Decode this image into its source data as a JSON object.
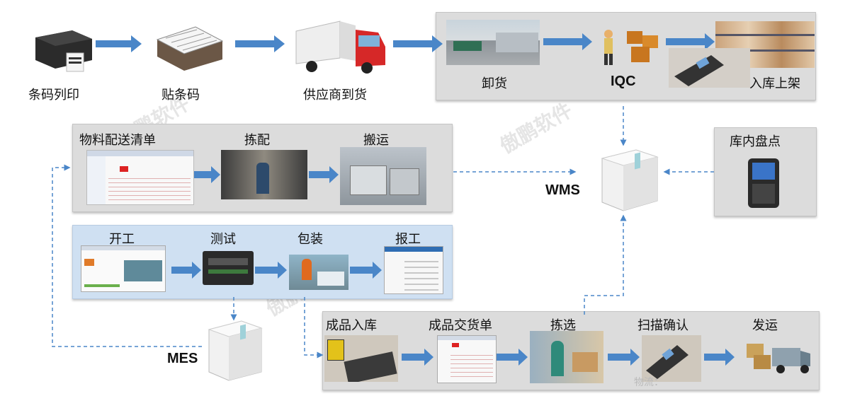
{
  "top_flow": {
    "barcode_print": "条码列印",
    "apply_barcode": "贴条码",
    "supplier_arrival": "供应商到货"
  },
  "receiving_panel": {
    "unload": "卸货",
    "iqc": "IQC",
    "putaway": "入库上架"
  },
  "distribution_panel": {
    "material_list": "物料配送清单",
    "picking": "拣配",
    "transport": "搬运"
  },
  "production_panel": {
    "start_work": "开工",
    "test": "测试",
    "packing": "包装",
    "report_work": "报工"
  },
  "shipping_panel": {
    "fg_storage": "成品入库",
    "fg_delivery_note": "成品交货单",
    "pick": "拣选",
    "scan_confirm": "扫描确认",
    "ship": "发运"
  },
  "inventory_count": "库内盘点",
  "wms_label": "WMS",
  "mes_label": "MES",
  "watermark_text": "傲鹏软件",
  "footer_fragment": "物流：",
  "colors": {
    "arrow_blue": "#4a86c8",
    "panel_gray": "#dcdcdc",
    "panel_blue": "#cfe0f2"
  }
}
